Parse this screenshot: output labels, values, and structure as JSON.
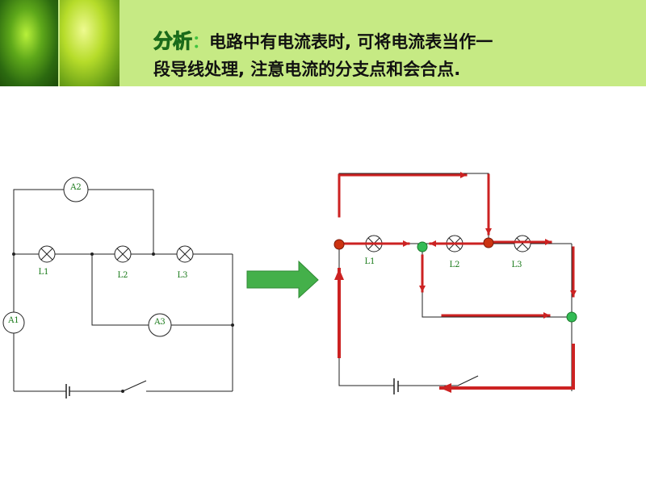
{
  "title": {
    "lead": "分析",
    "sep": "：",
    "line1": "电路中有电流表时, 可将电流表当作一",
    "line2": "段导线处理, 注意电流的分支点和会合点."
  },
  "left_circuit": {
    "ammeters": [
      "A2",
      "A1",
      "A3"
    ],
    "lamps": [
      "L1",
      "L2",
      "L3"
    ]
  },
  "right_circuit": {
    "lamps": [
      "L1",
      "L2",
      "L3"
    ]
  },
  "colors": {
    "header": "#c6ea84",
    "current_arrow": "#cc2222",
    "branch_node": "#33bb55",
    "merge_node": "#cc3311",
    "label": "#1a7a1a",
    "transform_arrow": "#44b04a"
  }
}
